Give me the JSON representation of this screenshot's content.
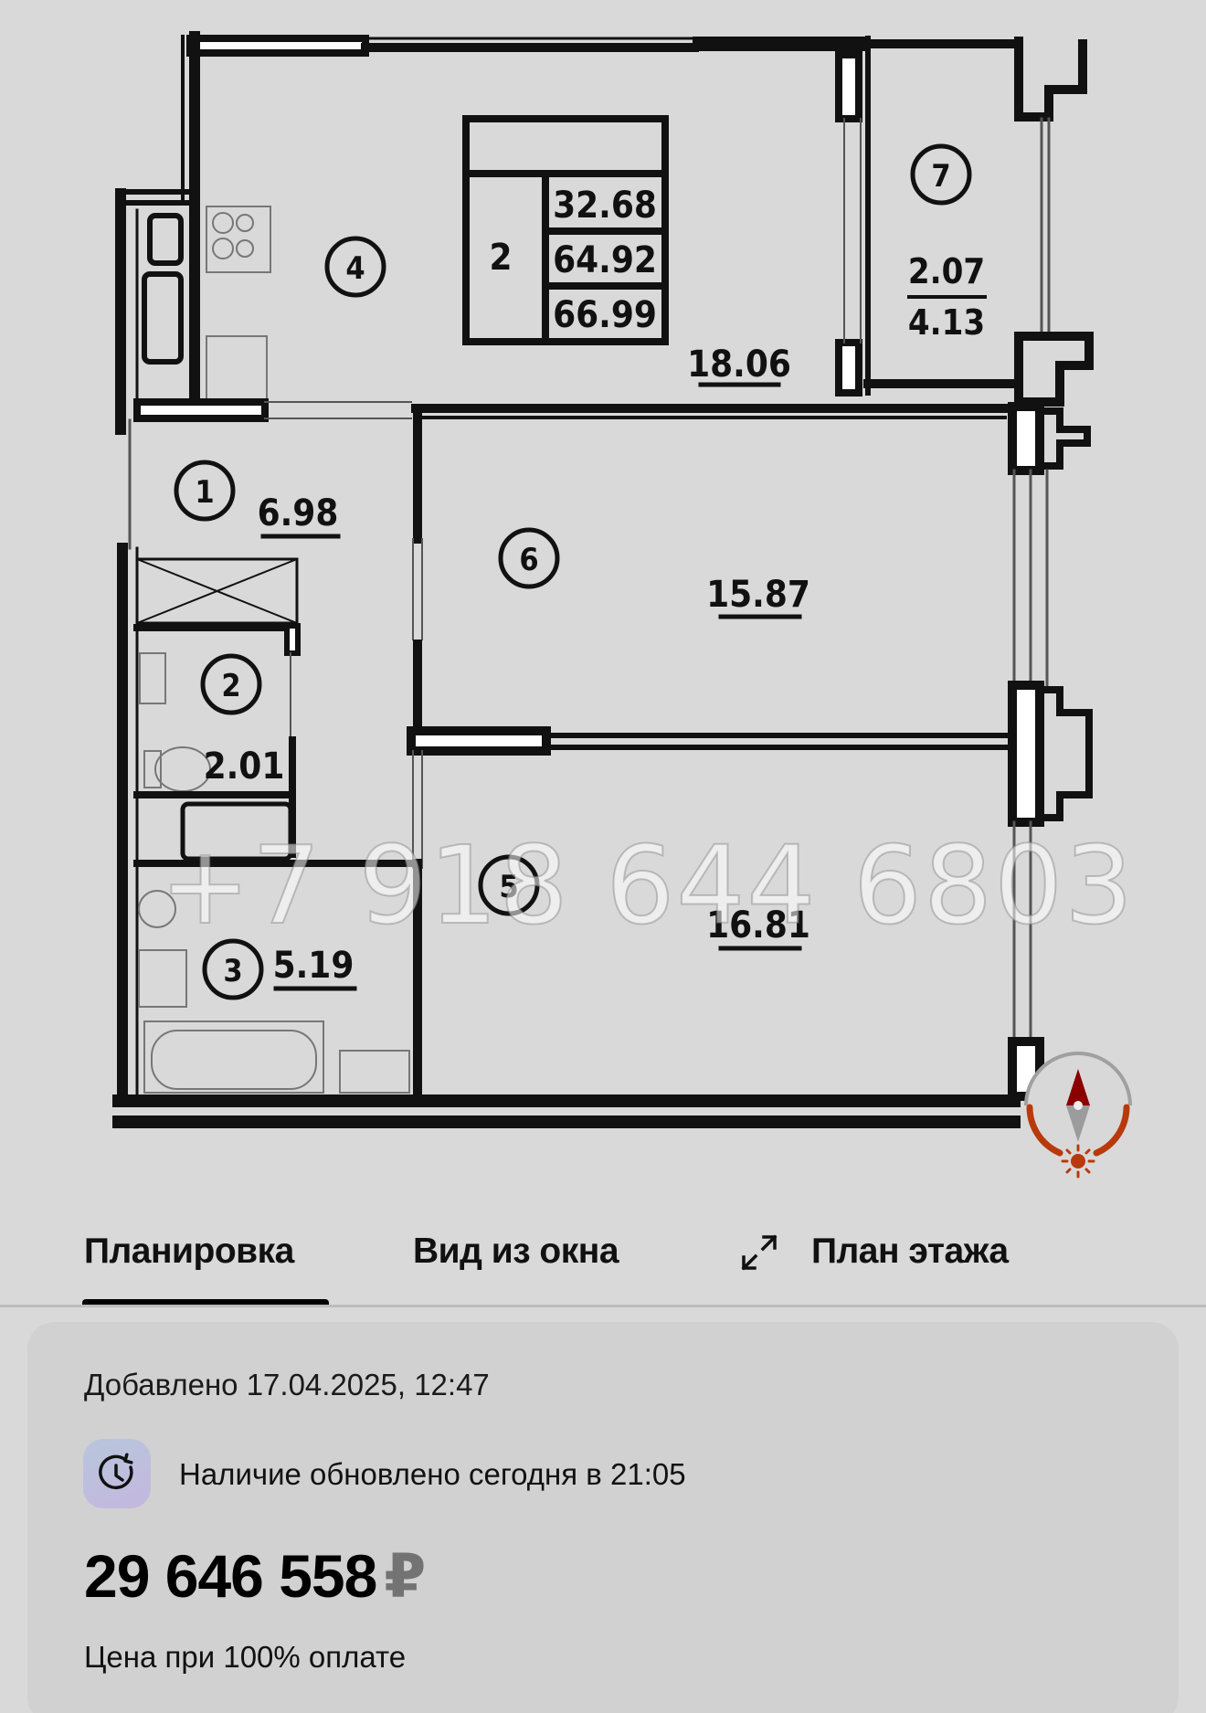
{
  "floorplan": {
    "summary_table": {
      "rooms_count": "2",
      "living_area": "32.68",
      "total_area": "64.92",
      "total_area_with_balcony": "66.99"
    },
    "rooms": [
      {
        "number": "1",
        "area": "6.98"
      },
      {
        "number": "2",
        "area": "2.01"
      },
      {
        "number": "3",
        "area": "5.19"
      },
      {
        "number": "4",
        "area": "18.06"
      },
      {
        "number": "5",
        "area": "16.81"
      },
      {
        "number": "6",
        "area": "15.87"
      },
      {
        "number": "7",
        "area_reduced": "2.07",
        "area": "4.13"
      }
    ],
    "watermark": "+7 918 644 6803",
    "compass_icon": "compass-north-sun-icon"
  },
  "tabs": [
    {
      "label": "Планировка",
      "active": true
    },
    {
      "label": "Вид из окна",
      "active": false
    },
    {
      "label": "План этажа",
      "active": false,
      "icon": "expand-arrows-icon"
    }
  ],
  "info": {
    "added": "Добавлено 17.04.2025, 12:47",
    "availability": "Наличие обновлено сегодня в 21:05",
    "availability_icon": "clock-refresh-icon",
    "price": "29 646 558",
    "currency": "₽",
    "price_note": "Цена при 100% оплате"
  },
  "colors": {
    "background": "#d9d9d9",
    "card": "#d1d1d1",
    "compass_accent": "#b83a0c",
    "compass_north": "#8b0000"
  }
}
